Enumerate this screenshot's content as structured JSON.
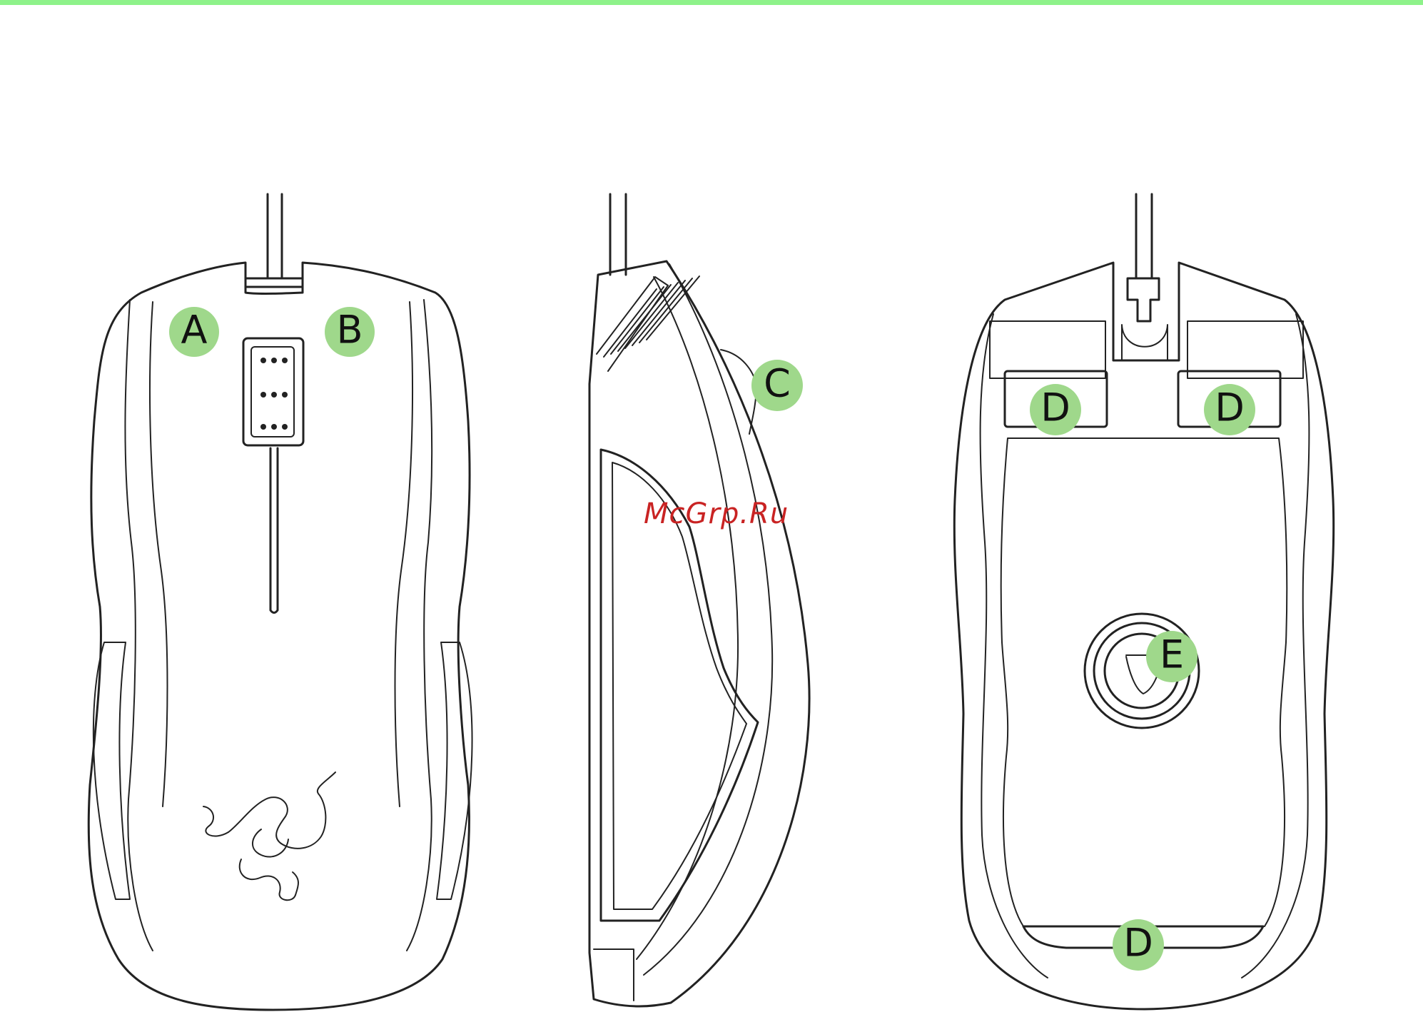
{
  "page": {
    "accent_color": "#8ef28a",
    "callout_color": "#9fd88b"
  },
  "callouts": {
    "a": "A",
    "b": "B",
    "c": "C",
    "d1": "D",
    "d2": "D",
    "d3": "D",
    "e": "E"
  },
  "watermark": "McGrp.Ru"
}
